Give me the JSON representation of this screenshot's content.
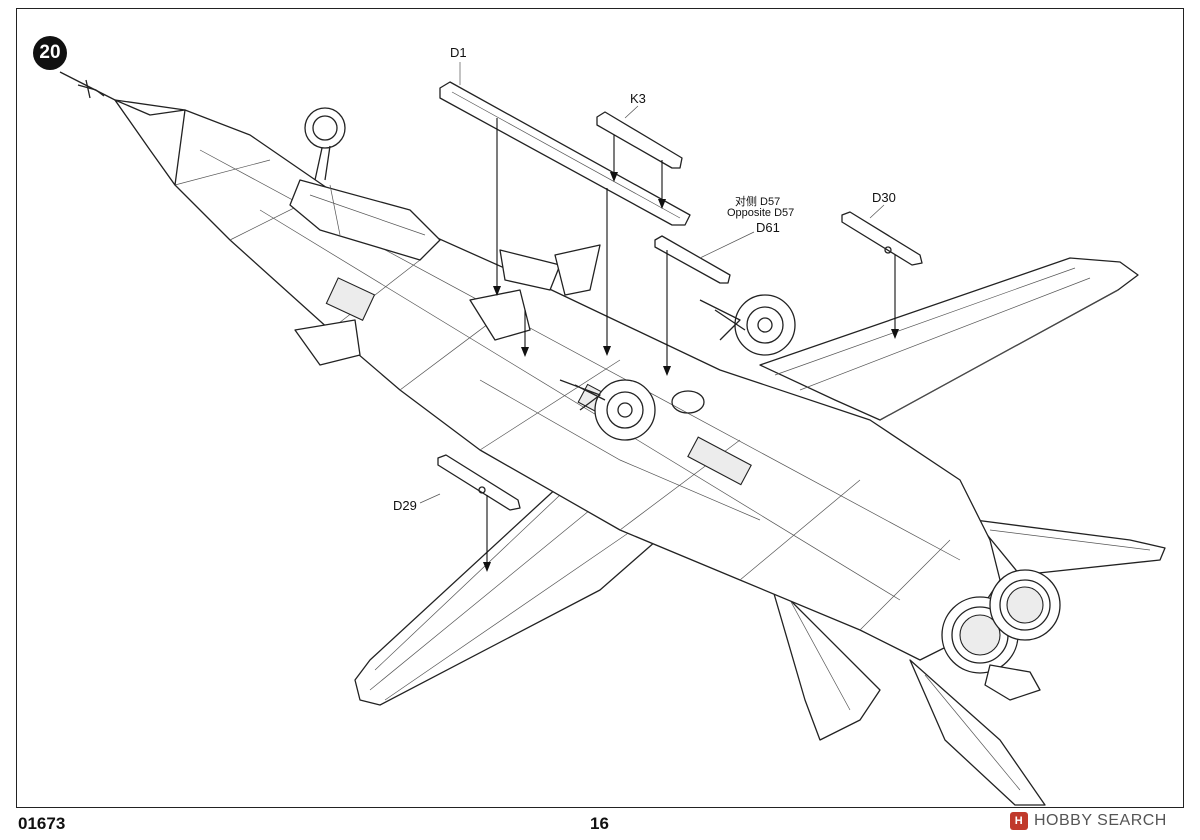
{
  "step": {
    "number": "20"
  },
  "parts": {
    "d1": "D1",
    "k3": "K3",
    "opposite_cn": "对侧 D57",
    "opposite_en": "Opposite  D57",
    "d61": "D61",
    "d30": "D30",
    "d29": "D29"
  },
  "footer": {
    "kit_number": "01673",
    "page_number": "16",
    "watermark": "HOBBY SEARCH"
  }
}
